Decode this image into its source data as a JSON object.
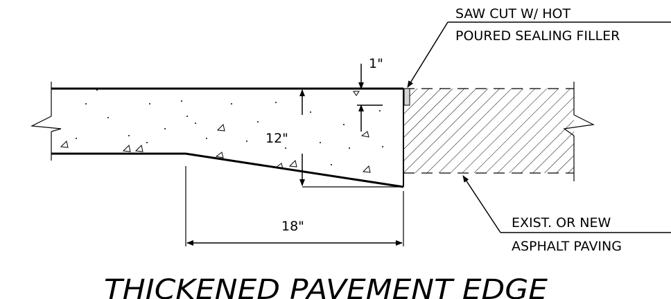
{
  "labels": {
    "saw_cut_line1": "SAW CUT W/ HOT",
    "saw_cut_line2": "POURED SEALING FILLER",
    "existing_line1": "EXIST. OR NEW",
    "existing_line2": "ASPHALT PAVING",
    "dim_top": "1\"",
    "dim_depth": "12\"",
    "dim_width": "18\""
  },
  "title": "THICKENED PAVEMENT EDGE"
}
